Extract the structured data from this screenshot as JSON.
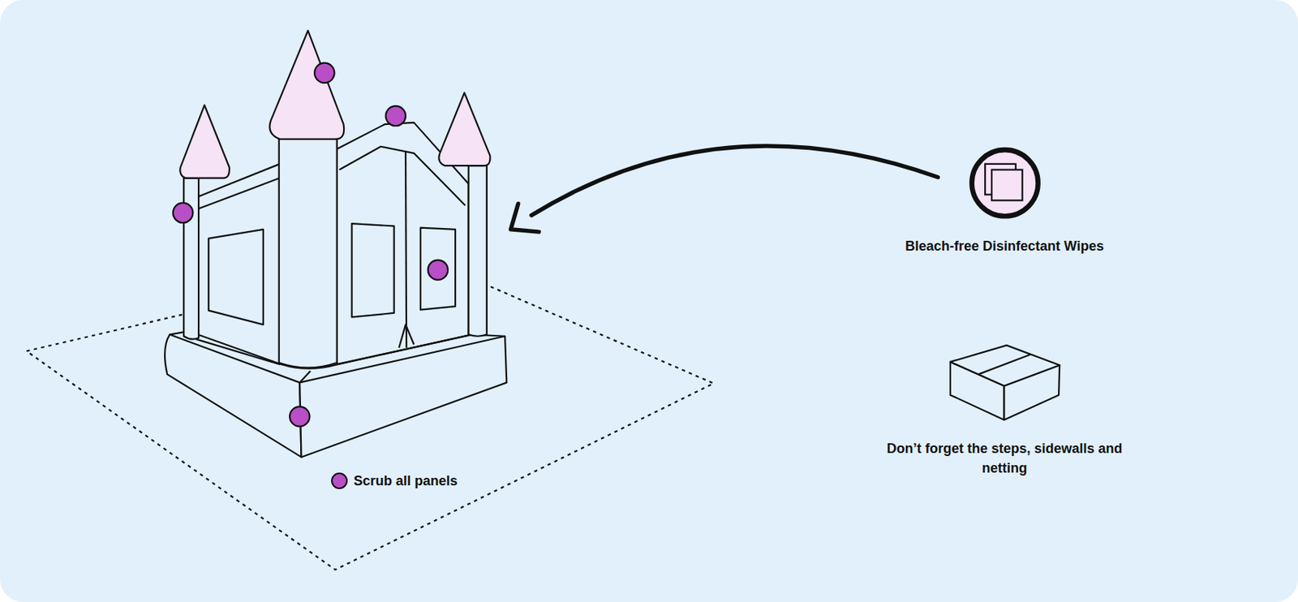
{
  "diagram": {
    "labels": [
      "Bleach-free Disinfectant Wipes",
      "Don’t forget the steps, sidewalls and netting"
    ],
    "legend": [
      {
        "text": "Scrub all panels",
        "color": "#b94fc6"
      }
    ]
  }
}
